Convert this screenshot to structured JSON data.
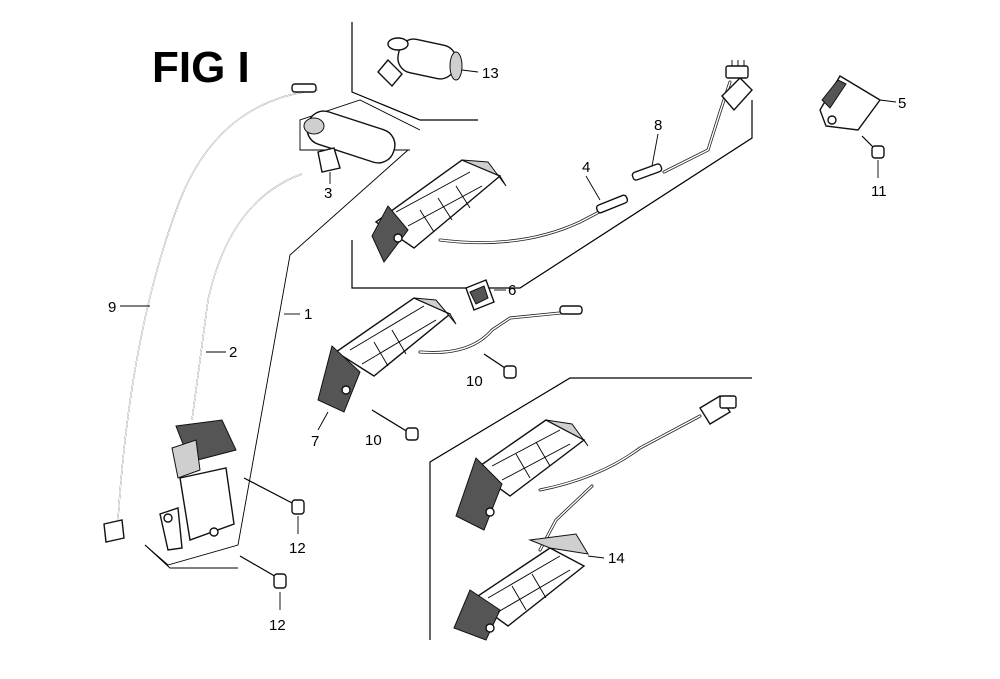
{
  "title": "FIG I",
  "callouts": [
    {
      "id": "c1",
      "label": "1"
    },
    {
      "id": "c2",
      "label": "2"
    },
    {
      "id": "c3",
      "label": "3"
    },
    {
      "id": "c4",
      "label": "4"
    },
    {
      "id": "c5",
      "label": "5"
    },
    {
      "id": "c6",
      "label": "6"
    },
    {
      "id": "c7",
      "label": "7"
    },
    {
      "id": "c8",
      "label": "8"
    },
    {
      "id": "c9",
      "label": "9"
    },
    {
      "id": "c10a",
      "label": "10"
    },
    {
      "id": "c10b",
      "label": "10"
    },
    {
      "id": "c11",
      "label": "11"
    },
    {
      "id": "c12a",
      "label": "12"
    },
    {
      "id": "c12b",
      "label": "12"
    },
    {
      "id": "c13",
      "label": "13"
    },
    {
      "id": "c14",
      "label": "14"
    }
  ]
}
